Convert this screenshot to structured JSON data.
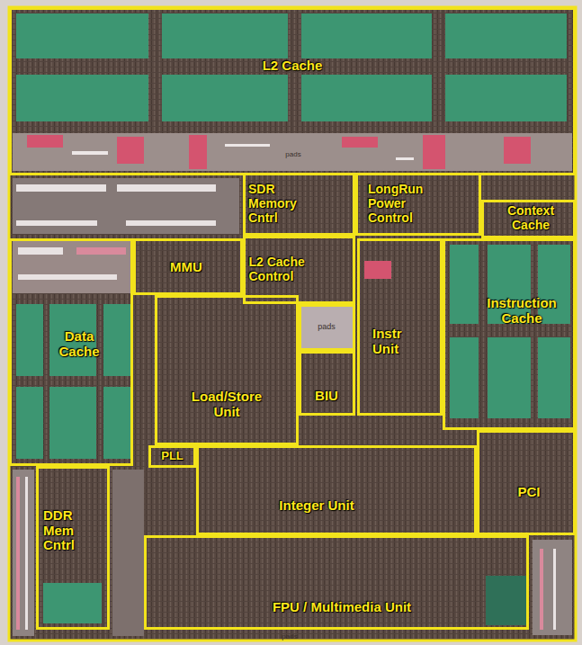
{
  "diagram": {
    "nodes": [
      {
        "text": [
          "L2 Cache"
        ]
      },
      {
        "text": [
          "SDR Memory Cntrl"
        ]
      },
      {
        "text": [
          "LongRun Power Control"
        ]
      },
      {
        "text": [
          "Context Cache"
        ]
      },
      {
        "text": [
          "MMU"
        ]
      },
      {
        "text": [
          "L2 Cache Control"
        ]
      },
      {
        "text": [
          "Data Cache"
        ]
      },
      {
        "text": [
          "Instr Unit"
        ]
      },
      {
        "text": [
          "Instruction Cache"
        ]
      },
      {
        "text": [
          "pads"
        ]
      },
      {
        "text": [
          "Load/Store Unit"
        ]
      },
      {
        "text": [
          "BIU"
        ]
      },
      {
        "text": [
          "PLL"
        ]
      },
      {
        "text": [
          "Integer Unit"
        ]
      },
      {
        "text": [
          "PCI"
        ]
      },
      {
        "text": [
          "DDR Mem Cntrl"
        ]
      },
      {
        "text": [
          "FPU / Multimedia Unit"
        ]
      }
    ],
    "labels": [
      "pads",
      "pads"
    ]
  }
}
